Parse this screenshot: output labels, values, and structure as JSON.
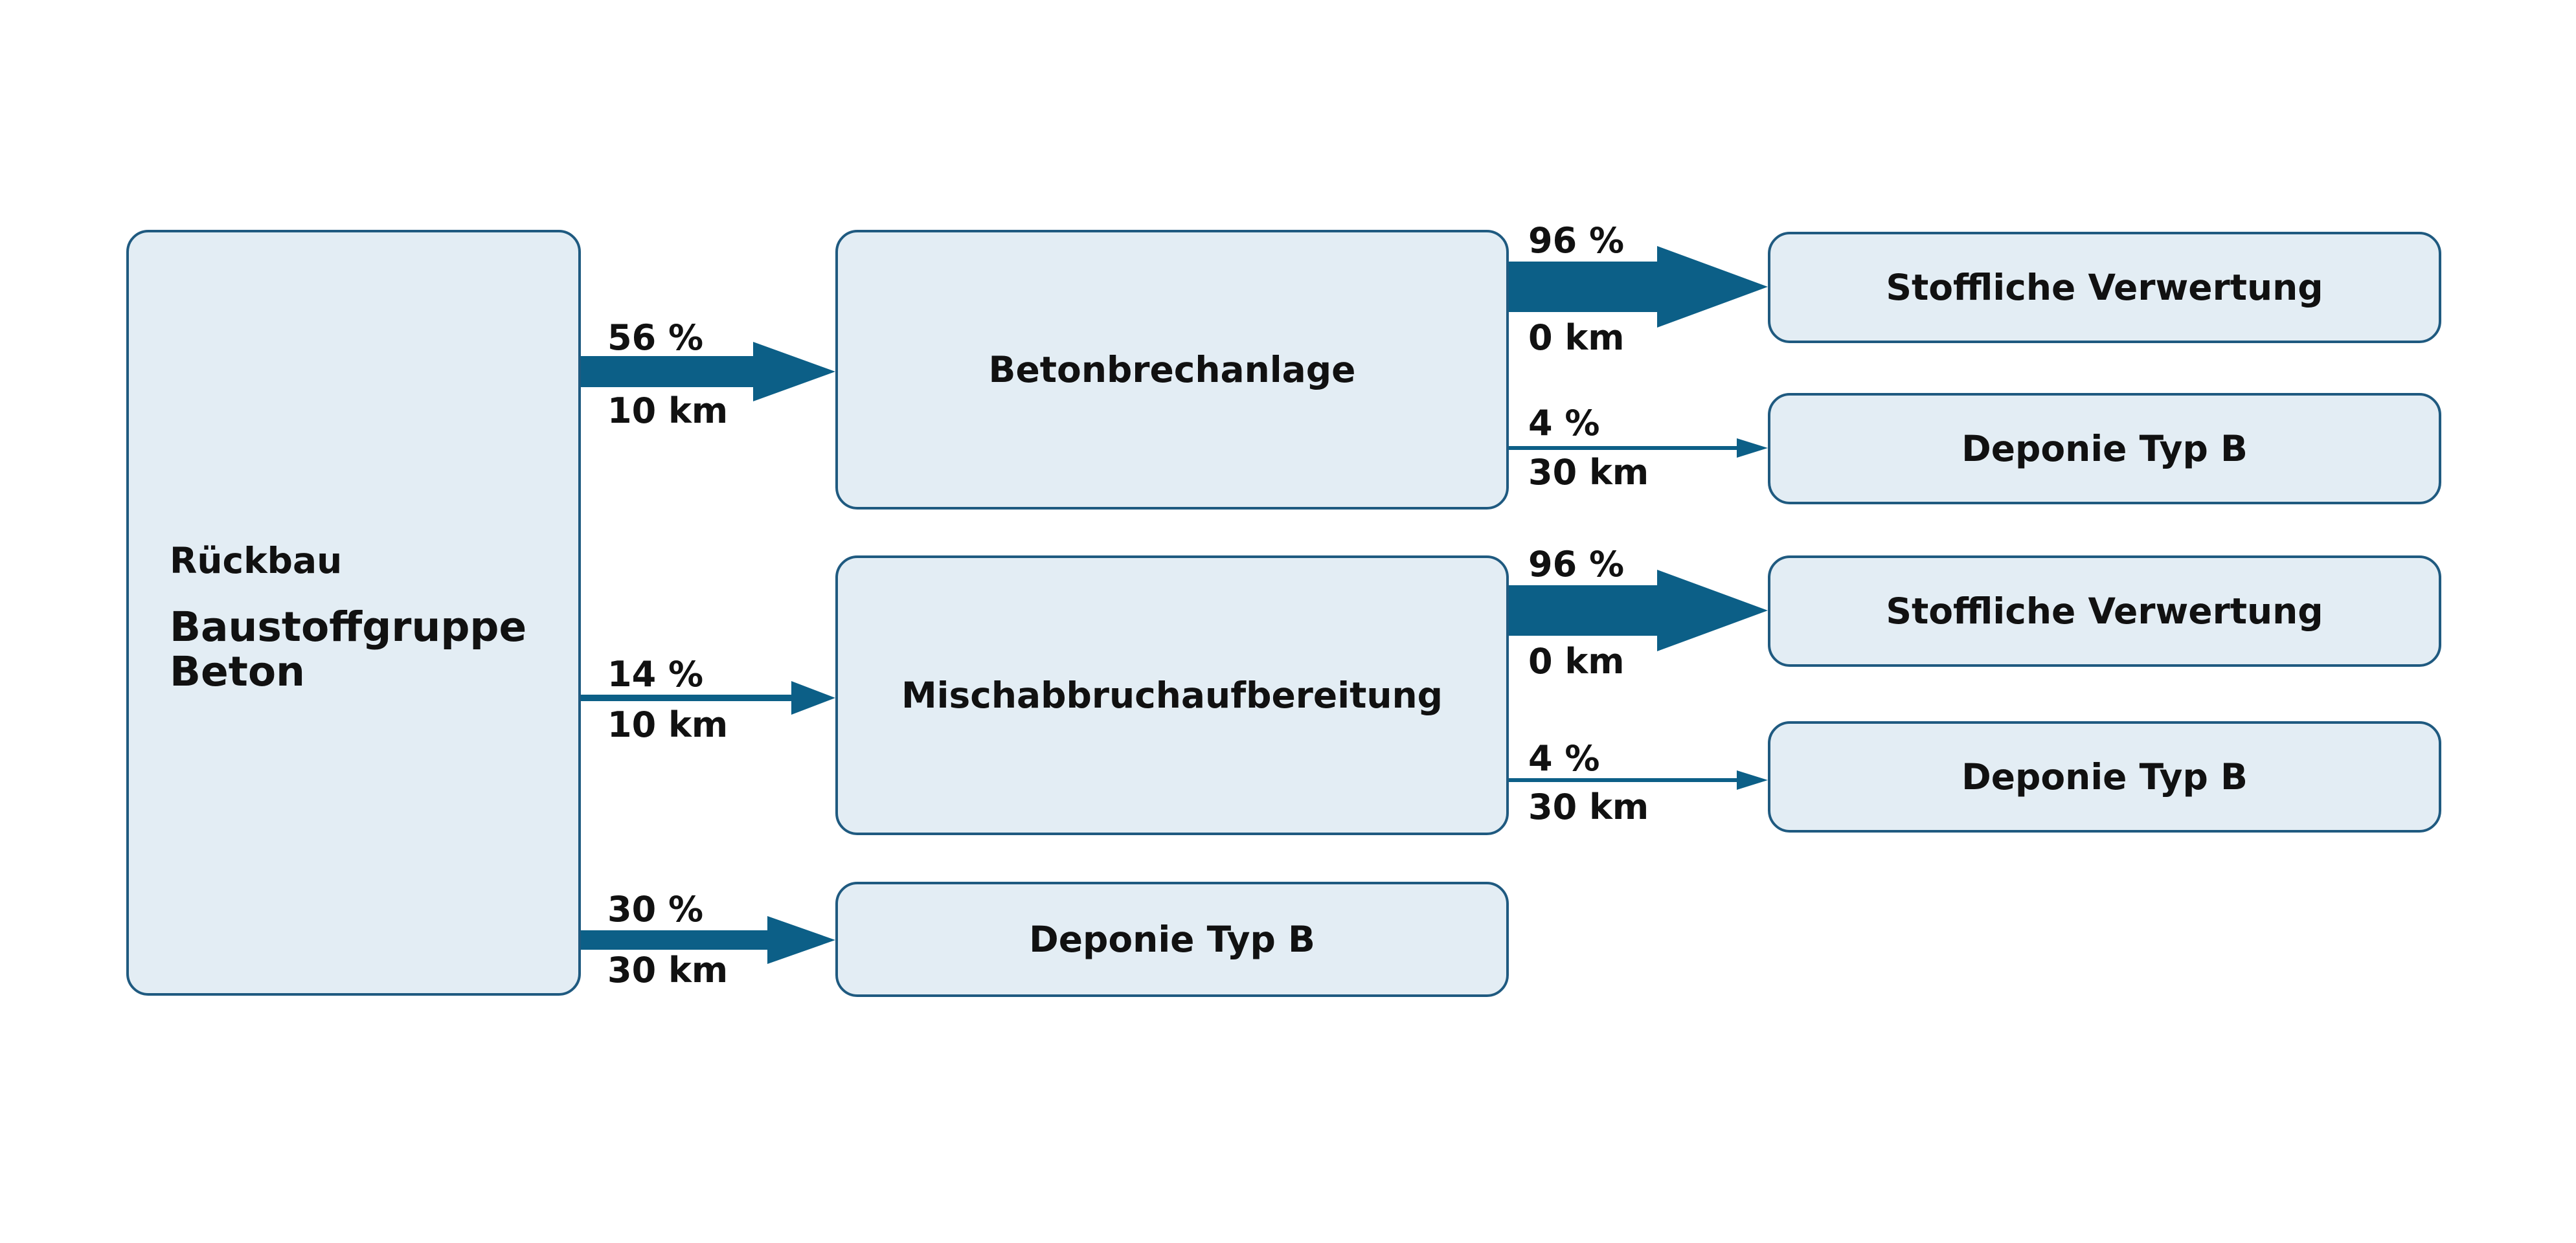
{
  "source": {
    "title": "Rückbau",
    "group_line1": "Baustoffgruppe",
    "group_line2": "Beton"
  },
  "middle": {
    "beton": "Betonbrechanlage",
    "misch": "Mischabbruchaufbereitung",
    "deponie": "Deponie Typ B"
  },
  "targets": {
    "beton_stoff": "Stoffliche Verwertung",
    "beton_deponie": "Deponie Typ B",
    "misch_stoff": "Stoffliche Verwertung",
    "misch_deponie": "Deponie Typ B"
  },
  "flows": {
    "to_beton": {
      "pct": "56 %",
      "dist": "10 km"
    },
    "to_misch": {
      "pct": "14 %",
      "dist": "10 km"
    },
    "to_deponie": {
      "pct": "30 %",
      "dist": "30 km"
    },
    "beton_stoff": {
      "pct": "96 %",
      "dist": "0 km"
    },
    "beton_deponie": {
      "pct": "4 %",
      "dist": "30 km"
    },
    "misch_stoff": {
      "pct": "96 %",
      "dist": "0 km"
    },
    "misch_deponie": {
      "pct": "4 %",
      "dist": "30 km"
    }
  },
  "colors": {
    "arrow": "#0c5f87",
    "box_fill": "#e3edf4",
    "box_border": "#1f5a80"
  }
}
